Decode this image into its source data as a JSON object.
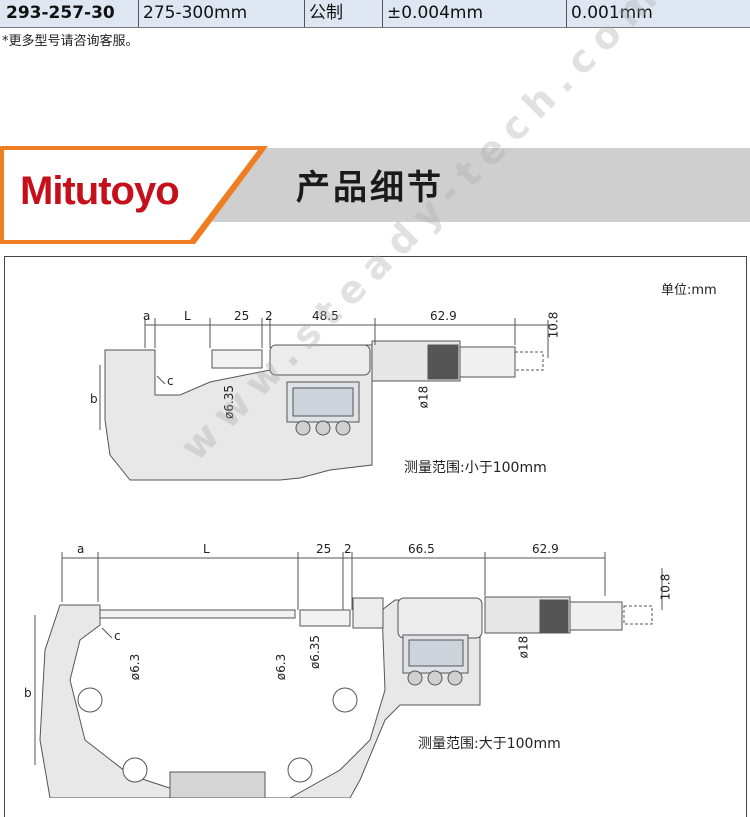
{
  "spec_row": {
    "model": "293-257-30",
    "range": "275-300mm",
    "unit_system": "公制",
    "accuracy": "±0.004mm",
    "resolution": "0.001mm"
  },
  "note": "*更多型号请咨询客服。",
  "banner": {
    "brand": "Mitutoyo",
    "title": "产品细节"
  },
  "drawing": {
    "unit": "单位:mm",
    "small": {
      "caption": "测量范围:小于100mm",
      "dims": {
        "a": "a",
        "L": "L",
        "d25": "25",
        "d2": "2",
        "d48": "48.5",
        "d62": "62.9",
        "d108": "10.8",
        "b": "b",
        "c": "c",
        "phi635": "ø6.35",
        "phi18": "ø18"
      }
    },
    "large": {
      "caption": "测量范围:大于100mm",
      "dims": {
        "a": "a",
        "L": "L",
        "d25": "25",
        "d2": "2",
        "d66": "66.5",
        "d62": "62.9",
        "d108": "10.8",
        "b": "b",
        "c": "c",
        "phi63a": "ø6.3",
        "phi63b": "ø6.3",
        "phi635": "ø6.35",
        "phi18": "ø18"
      }
    }
  },
  "watermark": "www.steady-tech.com",
  "colors": {
    "spec_bg": "#dde6f1",
    "brand_red": "#c5101b",
    "banner_orange": "#ef7d22",
    "banner_gray": "#cfcfcf"
  }
}
